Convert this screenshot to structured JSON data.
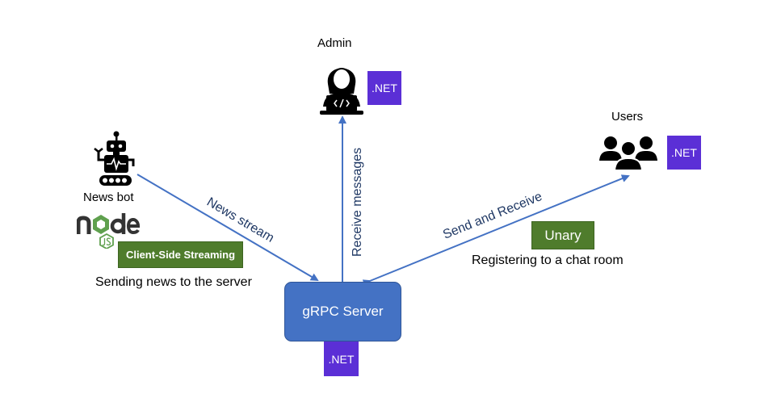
{
  "admin": {
    "label": "Admin",
    "platform": ".NET",
    "icon": "developer-laptop-icon"
  },
  "users": {
    "label": "Users",
    "platform": ".NET",
    "icon": "user-group-icon"
  },
  "news_bot": {
    "label": "News bot",
    "icon": "robot-icon",
    "runtime_logo": "nodejs-logo",
    "mode": "Client-Side Streaming",
    "description": "Sending news to the server"
  },
  "server": {
    "label": "gRPC Server",
    "platform": ".NET"
  },
  "users_call": {
    "mode": "Unary",
    "description": "Registering to a chat room"
  },
  "connections": {
    "news_stream": "News stream",
    "receive_messages": "Receive messages",
    "send_and_receive": "Send and Receive"
  },
  "colors": {
    "arrow": "#4472c4",
    "server": "#4472c4",
    "net_badge": "#5b2fd6",
    "mode_badge": "#4f7c2c",
    "arrow_text": "#1f3864"
  }
}
